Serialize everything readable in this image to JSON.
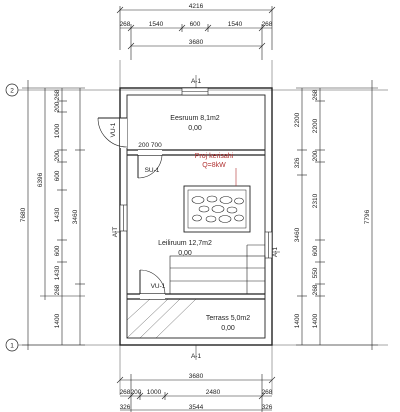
{
  "top_dims": {
    "overall": "4216",
    "segments": [
      "268",
      "1540",
      "600",
      "1540",
      "268"
    ],
    "inner": "3680"
  },
  "bottom_dims": {
    "overall": "3680",
    "segments": [
      "268",
      "200",
      "1000",
      "2480",
      "268"
    ],
    "lower": [
      "326",
      "3544",
      "326"
    ]
  },
  "left_dims": {
    "outer": "7680",
    "mid": "6396",
    "segments": [
      "268",
      "200",
      "1000",
      "200",
      "600",
      "1430",
      "600",
      "1430",
      "268",
      "1400"
    ],
    "middle": "3460"
  },
  "right_dims": {
    "outer": "7796",
    "seg_a": [
      "2200",
      "326",
      "3460",
      "1400"
    ],
    "seg_b": [
      "268",
      "2200",
      "200",
      "2310",
      "600",
      "550",
      "268",
      "1400"
    ]
  },
  "grid": {
    "top_marker": "2",
    "bottom_marker": "1",
    "section_top": "A-1",
    "section_bottom": "A-1",
    "section_left": "A-T",
    "section_right": "A-1"
  },
  "rooms": {
    "eesruum_name": "Eesruum 8,1m2",
    "eesruum_value": "0,00",
    "leiliruum_name": "Leiliruum 12,7m2",
    "leiliruum_value": "0,00",
    "terrass_name": "Terrass 5,0m2",
    "terrass_value": "0,00"
  },
  "labels": {
    "vu1_top": "VU-1",
    "vu1_bottom": "VU-1",
    "su1": "SU-1",
    "door_dims": "200 700",
    "heater_name": "Proj kerisahi",
    "heater_power": "Q=8kW"
  },
  "colors": {
    "line": "#222222",
    "annotation": "#b03030",
    "background": "#ffffff"
  }
}
